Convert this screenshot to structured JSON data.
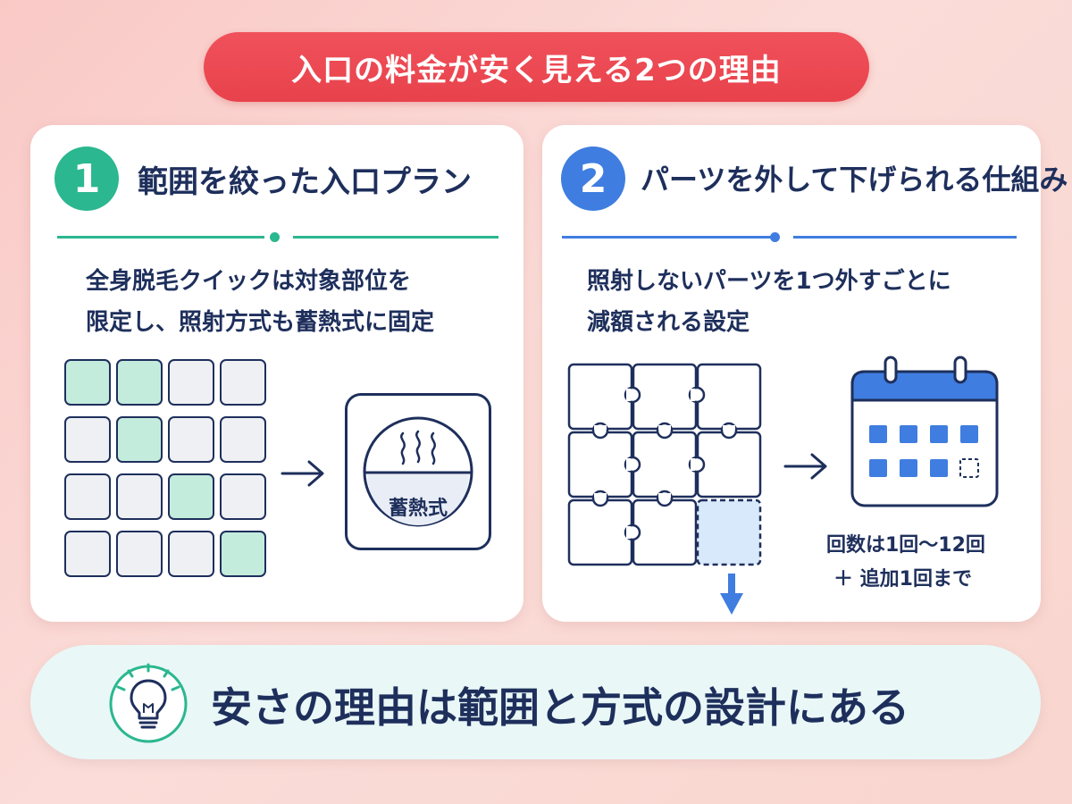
{
  "title": "入口の料金が安く見える2つの理由",
  "colors": {
    "accent_red": "#e8464f",
    "green": "#2bb78f",
    "blue": "#3f7de0",
    "navy": "#1e2f5c",
    "mint": "#c4ecdd",
    "light_blue": "#d8e9fb"
  },
  "card1": {
    "number": "1",
    "heading": "範囲を絞った入口プラン",
    "desc_lines": [
      "全身脱毛クイックは対象部位を",
      "限定し、照射方式も蓄熱式に固定"
    ],
    "grid_selected": [
      [
        1,
        1,
        0,
        0
      ],
      [
        0,
        1,
        0,
        0
      ],
      [
        0,
        0,
        1,
        0
      ],
      [
        0,
        0,
        0,
        1
      ]
    ],
    "arrow_icon": "arrow-right-icon",
    "method_label": "蓄熱式"
  },
  "card2": {
    "number": "2",
    "heading": "パーツを外して下げられる仕組み",
    "desc_lines": [
      "照射しないパーツを1つ外すごとに",
      "減額される設定"
    ],
    "arrow_icon": "arrow-right-icon",
    "calendar_icon": "calendar-icon",
    "cal_lines": [
      "回数は1回〜12回",
      "＋ 追加1回まで"
    ]
  },
  "bottom": {
    "icon": "lightbulb-icon",
    "text": "安さの理由は範囲と方式の設計にある"
  }
}
